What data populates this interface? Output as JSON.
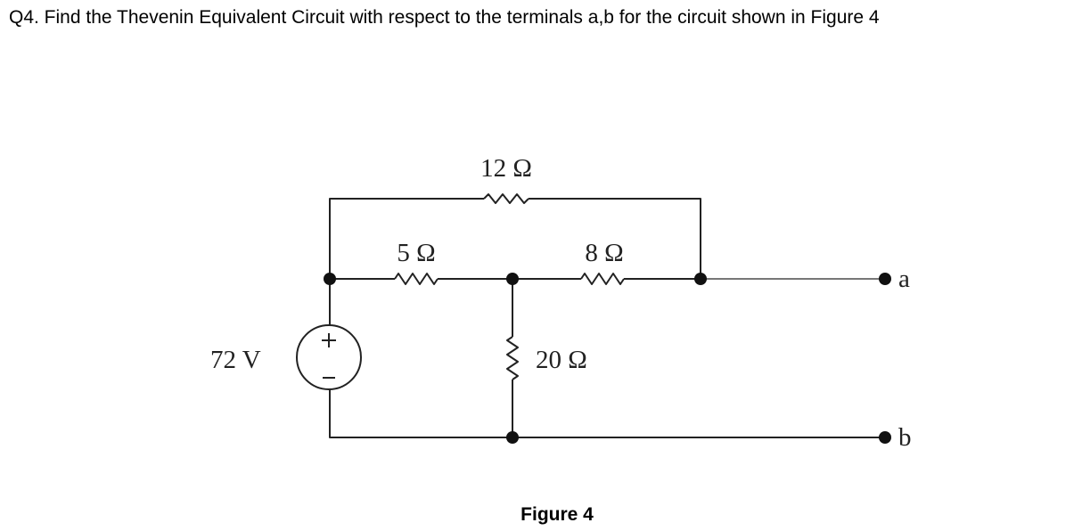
{
  "question": {
    "text": "Q4. Find the Thevenin Equivalent Circuit with respect to the terminals a,b for the circuit shown in Figure 4"
  },
  "figure": {
    "caption": "Figure 4",
    "source": {
      "label": "72 V",
      "plus": "+",
      "minus": "−"
    },
    "resistors": {
      "r12": "12 Ω",
      "r5": "5 Ω",
      "r8": "8 Ω",
      "r20": "20 Ω"
    },
    "terminals": {
      "a": "a",
      "b": "b"
    }
  }
}
